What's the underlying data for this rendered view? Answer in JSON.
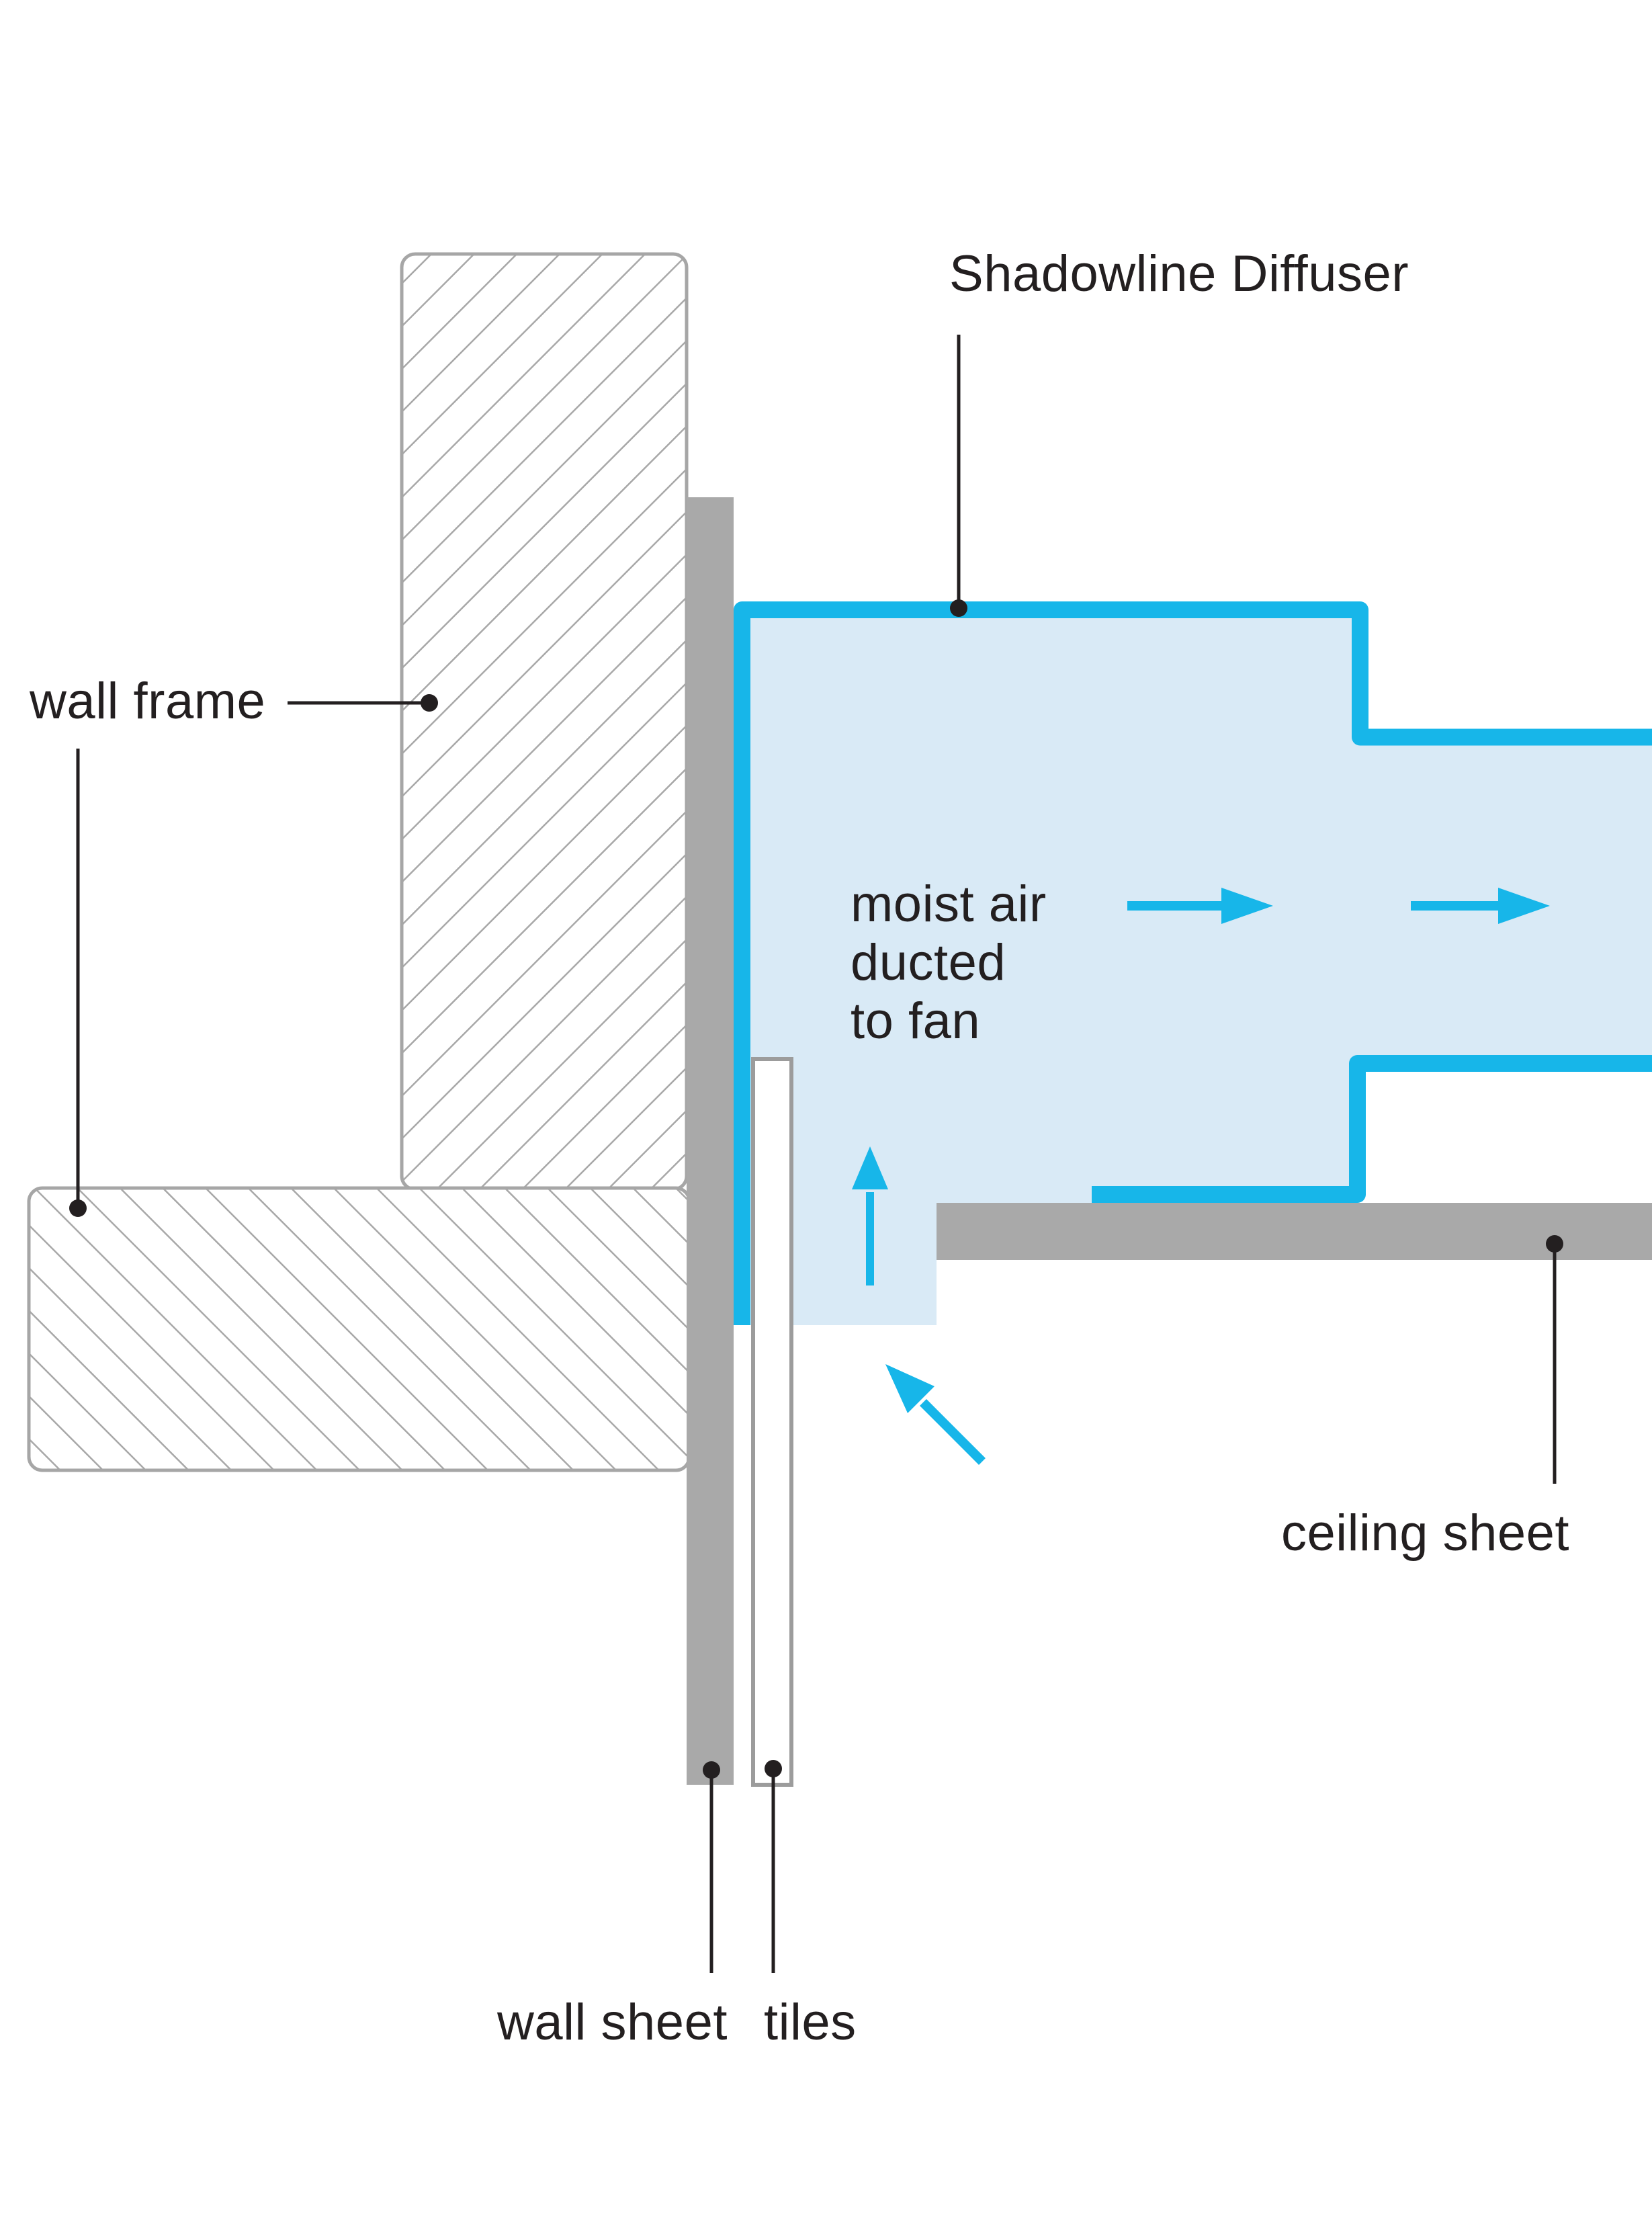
{
  "title": "Shadowline Diffuser installation diagram",
  "labels": {
    "shadowline_diffuser": "Shadowline Diffuser",
    "wall_frame": "wall frame",
    "moist_air_line1": "moist air",
    "moist_air_line2": "ducted",
    "moist_air_line3": "to fan",
    "ceiling_sheet": "ceiling sheet",
    "wall_sheet": "wall sheet",
    "tiles": "tiles"
  },
  "colors": {
    "duct_border_cyan": "#17b6e9",
    "duct_fill_light_blue": "#d9eaf6",
    "sheet_gray": "#a9a9a9",
    "hatch_line_gray": "#a8a8a8",
    "frame_outline_gray": "#a6a6a6",
    "tile_outline_gray": "#9c9c9c",
    "label_black": "#231f20",
    "background": "#ffffff"
  },
  "icons": [
    "airflow-arrow-right-1",
    "airflow-arrow-right-2",
    "airflow-arrow-up",
    "airflow-arrow-diagonal"
  ]
}
